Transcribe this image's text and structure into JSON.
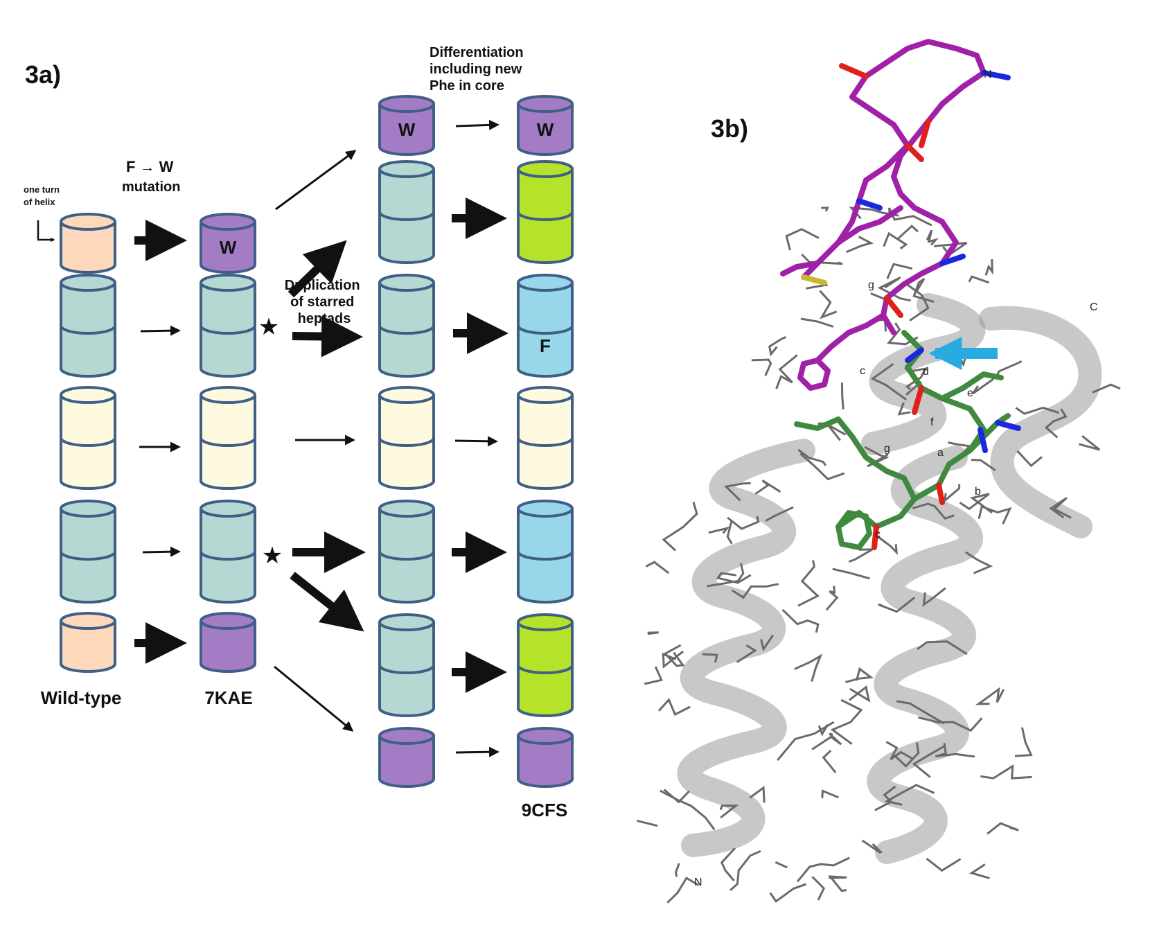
{
  "panel_a": {
    "label": "3a)",
    "mutation_top": "F → W",
    "mutation_bottom": "mutation",
    "turn_line1": "one turn",
    "turn_line2": "of helix",
    "differentiation_lines": [
      "Differentiation",
      "including new",
      "Phe in core"
    ],
    "duplication_lines": [
      "Duplication",
      "of starred",
      "heptads"
    ],
    "col_wildtype": "Wild-type",
    "col_7kae": "7KAE",
    "col_9cfs": "9CFS",
    "letter_w": "W",
    "letter_f": "F",
    "star": "★"
  },
  "panel_b": {
    "label": "3b)",
    "residue_labels": [
      "N",
      "C",
      "N",
      "g",
      "c",
      "d",
      "e",
      "f",
      "g",
      "a",
      "b",
      "c"
    ]
  },
  "colors": {
    "peach": "#fdd8bb",
    "purple": "#a47cc6",
    "teal": "#b5d8d3",
    "cream": "#fefae0",
    "lime": "#b4e32a",
    "lightblue": "#98d6ea",
    "outline": "#3f5f86",
    "magenta": "#a020a8",
    "green": "#3f8a3f",
    "gray": "#6a6a6a",
    "blue_arrow": "#29abe2",
    "atom_red": "#e0201a",
    "atom_blue": "#1a28e0"
  }
}
